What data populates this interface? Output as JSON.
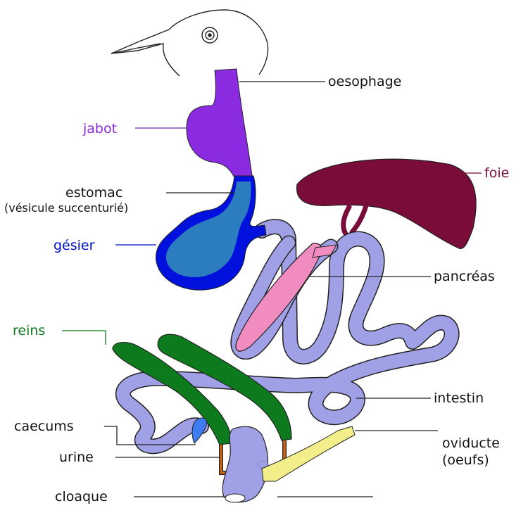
{
  "colors": {
    "background": "#ffffff",
    "outline": "#222222",
    "oesophagus_crop": "#8a2be2",
    "stomach": "#2c7cc0",
    "gizzard": "#0010dd",
    "liver": "#7a0c3a",
    "pancreas": "#f08cc0",
    "intestine": "#a0a0e6",
    "kidneys": "#0e7a1e",
    "ureter": "#c86414",
    "oviduct": "#f2ee8a",
    "caecum": "#3f7cf2",
    "label_default": "#111111",
    "label_jabot": "#8a2be2",
    "label_gesier": "#0010c8",
    "label_foie": "#7a0c3a",
    "label_reins": "#0e7a1e"
  },
  "labels": {
    "oesophage": "oesophage",
    "jabot": "jabot",
    "estomac": "estomac",
    "estomac_sub": "(vésicule succenturié)",
    "gesier": "gésier",
    "foie": "foie",
    "pancreas": "pancréas",
    "reins": "reins",
    "intestin": "intestin",
    "caecums": "caecums",
    "urine": "urine",
    "oviducte": "oviducte",
    "oviducte_sub": "(oeufs)",
    "cloaque": "cloaque"
  }
}
